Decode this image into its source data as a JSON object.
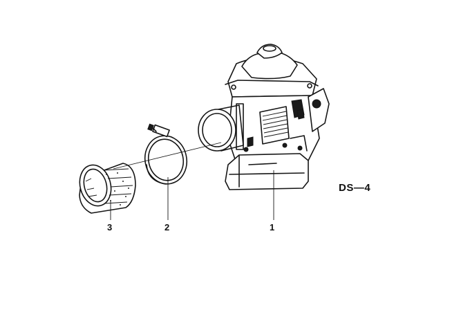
{
  "diagram_code": "DS—4",
  "callouts": [
    {
      "number": "1",
      "part": "carburetor"
    },
    {
      "number": "2",
      "part": "hose-clamp"
    },
    {
      "number": "3",
      "part": "rubber-sleeve"
    }
  ],
  "colors": {
    "ink": "#151515",
    "background": "#ffffff"
  }
}
